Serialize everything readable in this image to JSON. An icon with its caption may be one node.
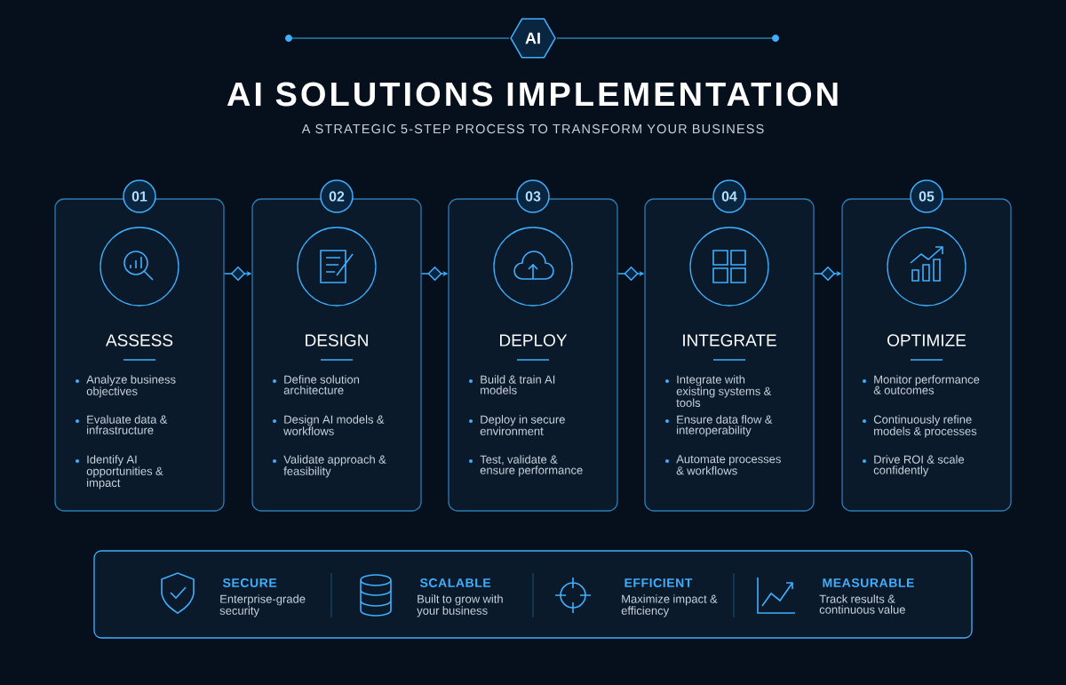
{
  "diagram": {
    "title": "AI SOLUTIONS IMPLEMENTATION",
    "caption": "A STRATEGIC 5-STEP PROCESS TO TRANSFORM YOUR BUSINESS",
    "nodes": [
      {
        "text": [
          "AI"
        ]
      },
      {
        "text": [
          "01"
        ]
      },
      {
        "text": [
          "ASSESS",
          "Analyze business objectives",
          "Evaluate data & infrastructure",
          "Identify AI opportunities & impact"
        ]
      },
      {
        "text": [
          "02"
        ]
      },
      {
        "text": [
          "DESIGN",
          "Define solution architecture",
          "Design AI models & workflows",
          "Validate approach & feasibility"
        ]
      },
      {
        "text": [
          "03"
        ]
      },
      {
        "text": [
          "DEPLOY",
          "Build & train AI models",
          "Deploy in secure environment",
          "Test, validate & ensure performance"
        ]
      },
      {
        "text": [
          "04"
        ]
      },
      {
        "text": [
          "INTEGRATE",
          "Integrate with existing systems & tools",
          "Ensure data flow & interoperability",
          "Automate processes & workflows"
        ]
      },
      {
        "text": [
          "05"
        ]
      },
      {
        "text": [
          "OPTIMIZE",
          "Monitor performance & outcomes",
          "Continuously refine models & processes",
          "Drive ROI & scale confidently"
        ]
      },
      {
        "text": [
          "SECURE",
          "Enterprise-grade security",
          "SCALABLE",
          "Built to grow with your business",
          "EFFICIENT",
          "Maximize impact & efficiency",
          "MEASURABLE",
          "Track results & continuous value"
        ]
      }
    ],
    "edges": [
      {
        "from": 2,
        "to": 4,
        "arrow": "to"
      },
      {
        "from": 4,
        "to": 6,
        "arrow": "to"
      },
      {
        "from": 6,
        "to": 8,
        "arrow": "to"
      },
      {
        "from": 8,
        "to": 10,
        "arrow": "to"
      }
    ]
  }
}
